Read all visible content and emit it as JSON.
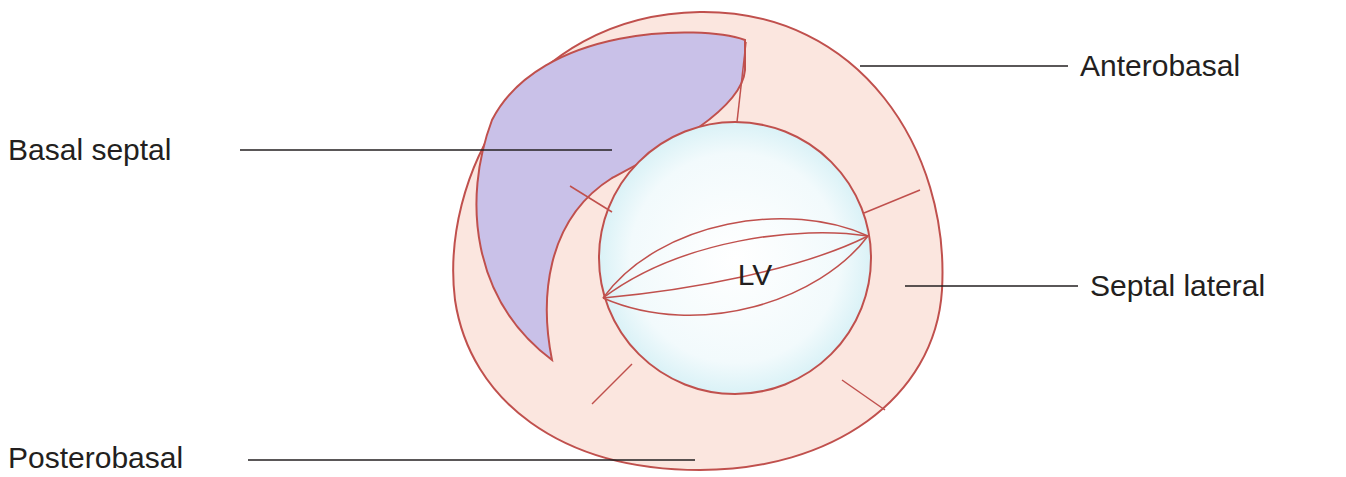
{
  "diagram": {
    "labels": [
      "Basal septal",
      "Anterobasal",
      "LV",
      "Septal lateral",
      "Posterobasal"
    ]
  }
}
